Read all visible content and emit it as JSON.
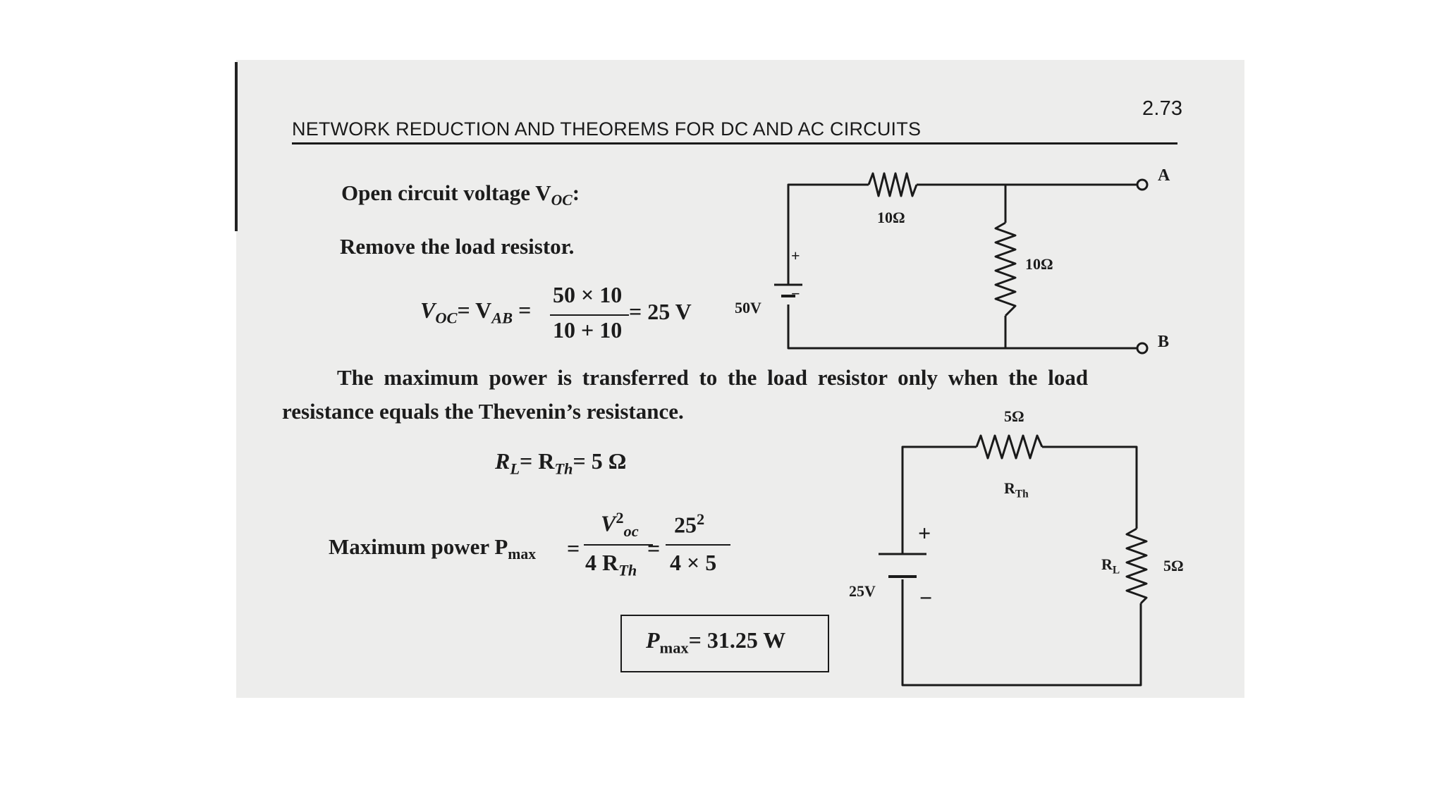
{
  "header": {
    "title": "NETWORK REDUCTION AND THEOREMS FOR DC AND AC CIRCUITS",
    "page_number": "2.73"
  },
  "section_voc": {
    "heading": "Open circuit voltage V",
    "heading_sub": "OC",
    "heading_colon": ":",
    "instruction": "Remove the load resistor.",
    "eq_lhs": "V",
    "eq_lhs_sub": "OC",
    "eq_mid": "= V",
    "eq_mid_sub": "AB",
    "eq_eq": "=",
    "numerator": "50 × 10",
    "denominator": "10 + 10",
    "result": "= 25 V"
  },
  "circuit1": {
    "r_series": "10Ω",
    "r_shunt": "10Ω",
    "source": "50V",
    "plus": "+",
    "minus": "−",
    "terminal_a": "A",
    "terminal_b": "B"
  },
  "max_power": {
    "line1": "The maximum power is transferred to the load resistor only when the load",
    "line2": "resistance equals the Thevenin’s resistance.",
    "rl_eq_r": "R",
    "rl_sub": "L",
    "rl_eq_mid": "= R",
    "rth_sub": "Th",
    "rl_eq_val": "= 5 Ω",
    "label": "Maximum power P",
    "label_sub": "max",
    "eq1": "=",
    "num1": "V",
    "num1_sup": "2",
    "num1_sub": "oc",
    "den1": "4 R",
    "den1_sub": "Th",
    "eq2": "=",
    "num2": "25",
    "num2_sup": "2",
    "den2": "4 × 5",
    "answer_p": "P",
    "answer_sub": "max",
    "answer_val": "= 31.25 W"
  },
  "circuit2": {
    "r_th_value": "5Ω",
    "r_th_label": "R",
    "r_th_sub": "Th",
    "r_l_label": "R",
    "r_l_sub": "L",
    "r_l_value": "5Ω",
    "source": "25V",
    "plus": "+",
    "minus": "−"
  }
}
